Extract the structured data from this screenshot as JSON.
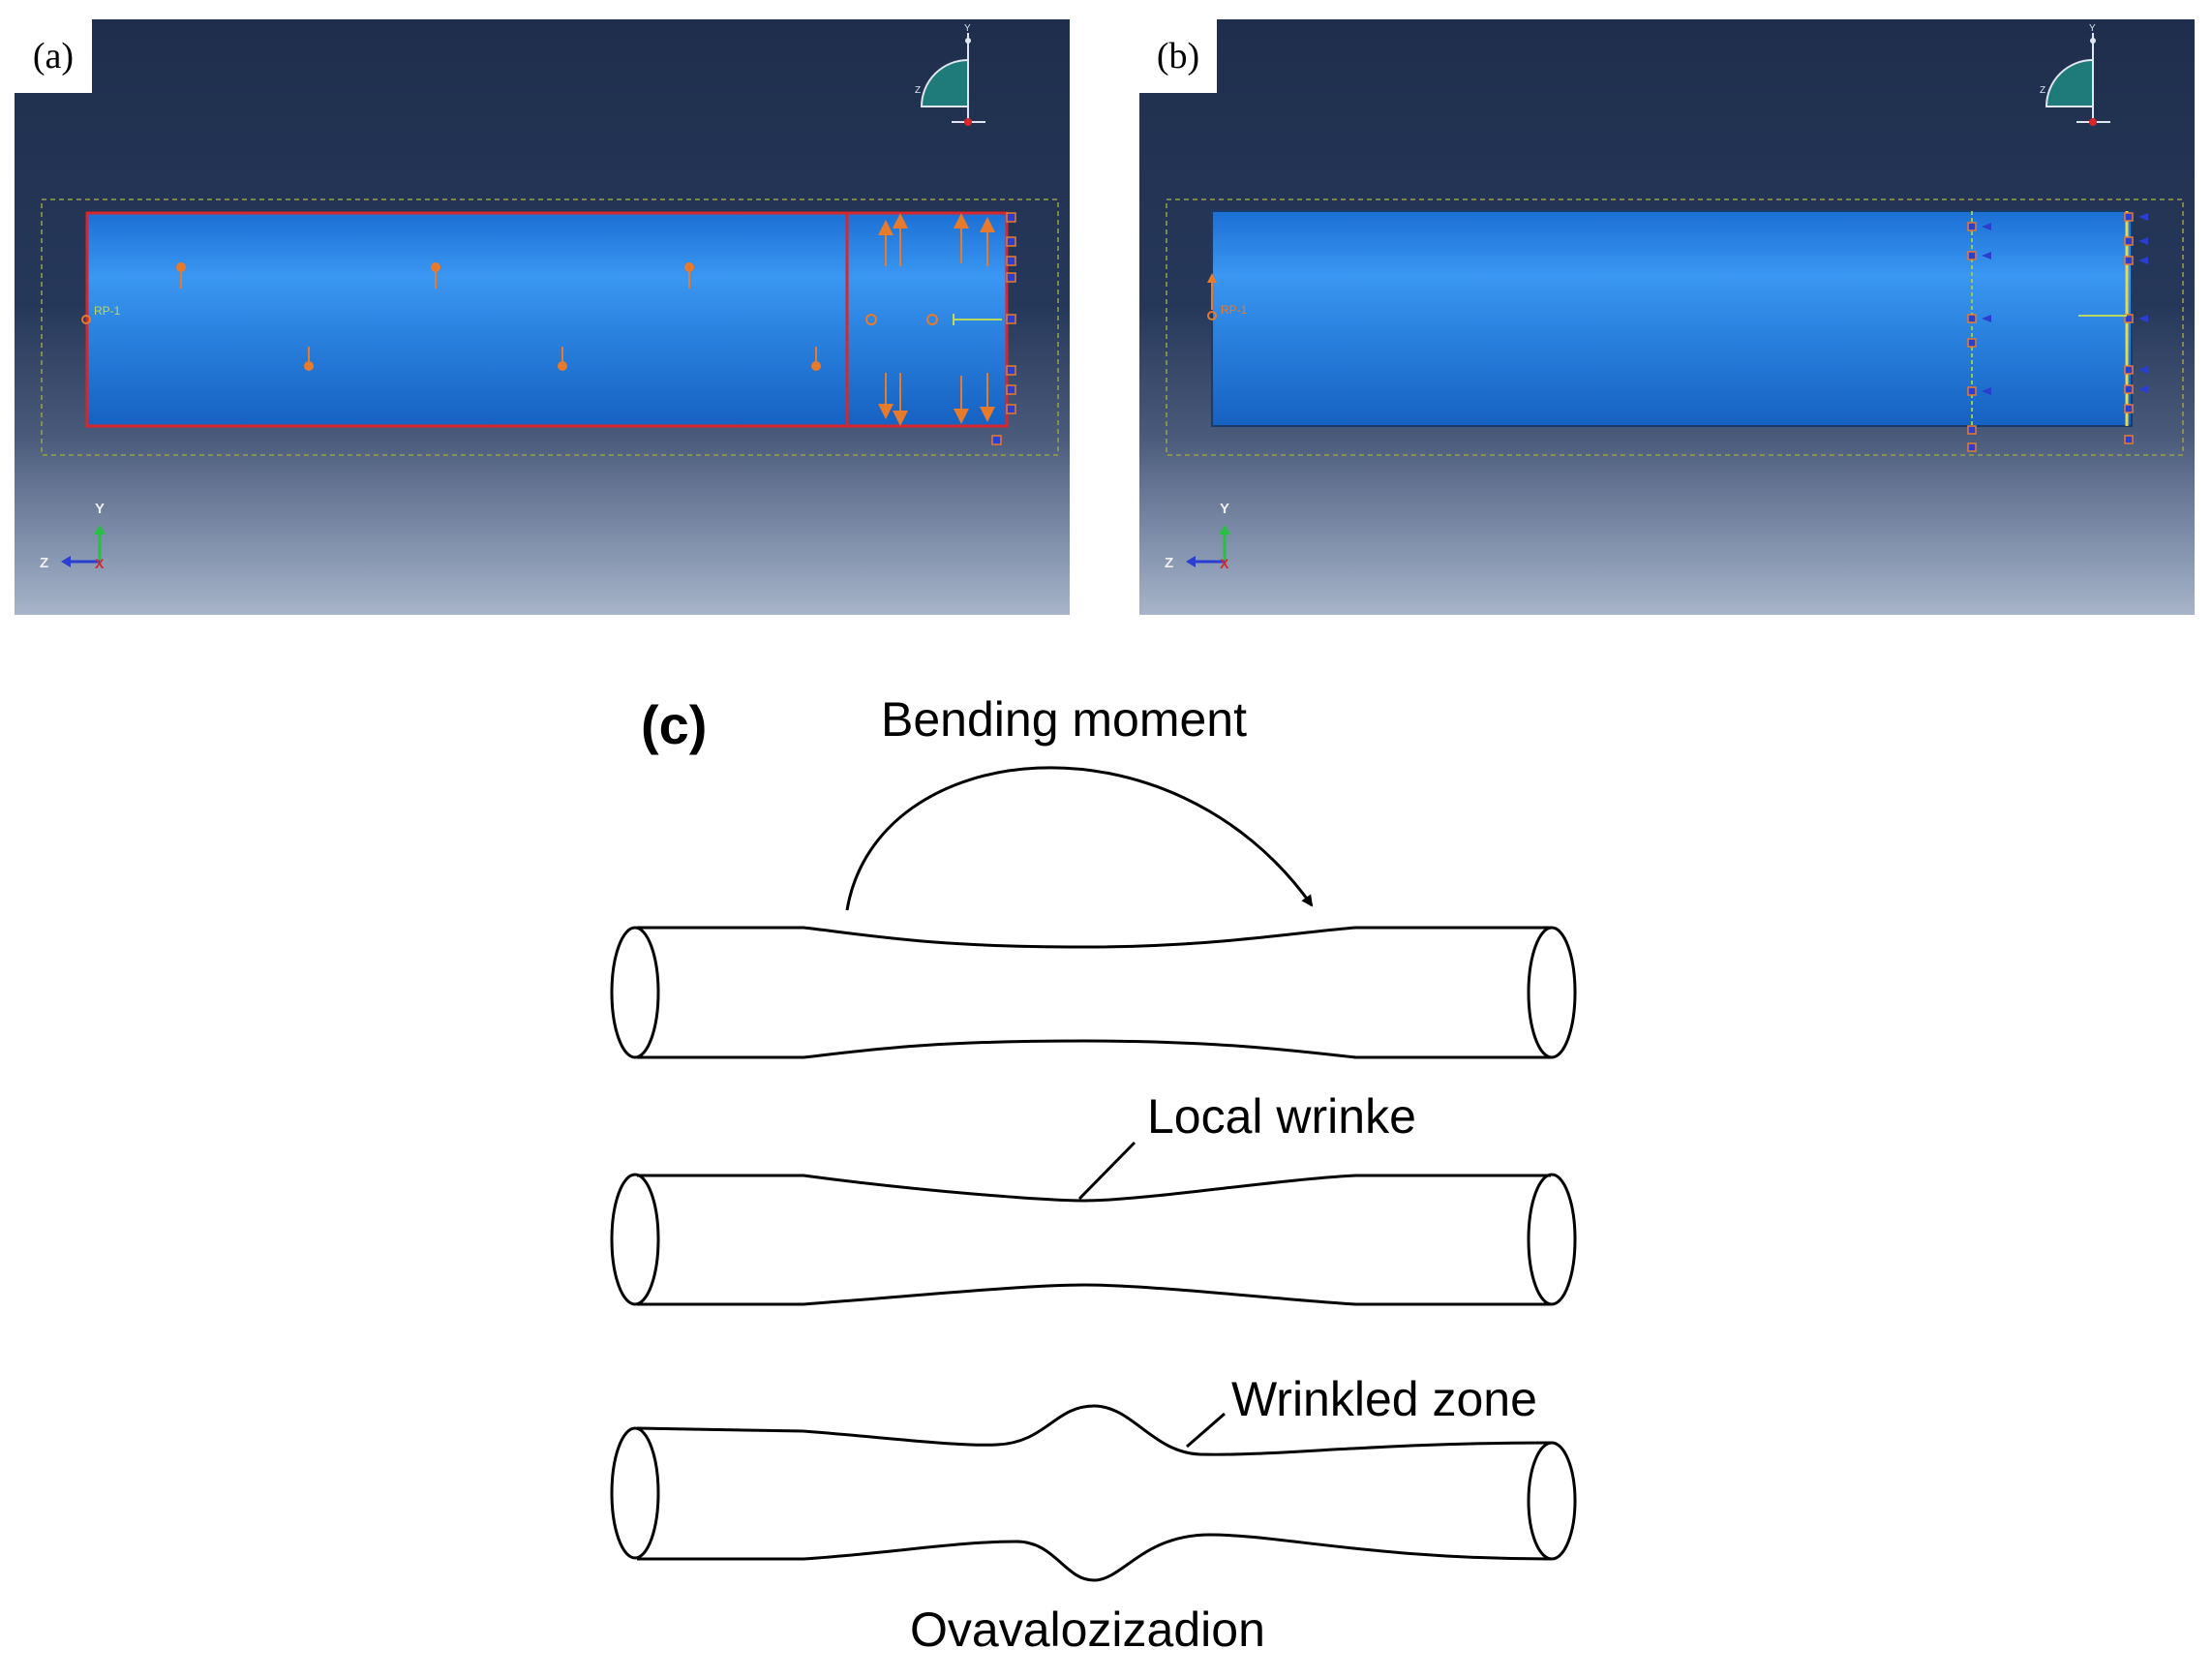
{
  "panels": {
    "a": {
      "tag": "(a)",
      "reference_point": "RP-1"
    },
    "b": {
      "tag": "(b)",
      "reference_point": "RP-1"
    }
  },
  "triad": {
    "y": "Y",
    "z": "Z",
    "x": "X"
  },
  "view_triad": {
    "y": "Y",
    "z": "Z"
  },
  "diagram": {
    "tag": "(c)",
    "bending_moment": "Bending moment",
    "local_wrinkle": "Local wrinke",
    "wrinkled_zone": "Wrinkled zone",
    "ovalization": "Ovavalozizadion"
  },
  "colors": {
    "pipe_fill": "#2f8ae6",
    "load_arrow": "#e87a2c",
    "partition_edge": "#d8262a",
    "bc_symbol": "#2a3fd0",
    "viewport_top": "#1f2e4c",
    "viewport_bottom": "#a7b4c9"
  }
}
